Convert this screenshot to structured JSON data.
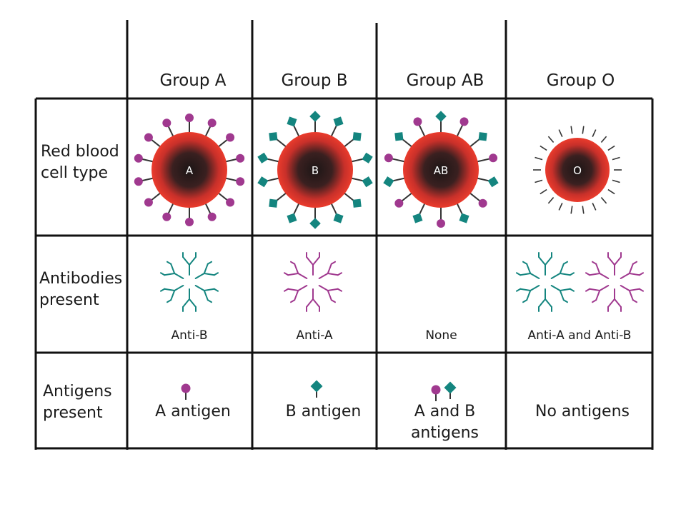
{
  "columns": [
    "Group A",
    "Group B",
    "Group AB",
    "Group O"
  ],
  "rows": {
    "cell_type": "Red blood\ncell type",
    "antibodies": "Antibodies\npresent",
    "antigens": "Antigens\npresent"
  },
  "cells": [
    "A",
    "B",
    "AB",
    "O"
  ],
  "antibodies": [
    "Anti-B",
    "Anti-A",
    "None",
    "Anti-A and Anti-B"
  ],
  "antigens": [
    "A antigen",
    "B antigen",
    "A and B\nantigens",
    "No antigens"
  ],
  "colors": {
    "a_antigen": "#a0398f",
    "b_antigen": "#14857f",
    "cell": "#e8392b",
    "cell_core": "#2a1a1a"
  },
  "icons": [
    "a-antigen-icon",
    "b-antigen-icon",
    "anti-a-antibody-icon",
    "anti-b-antibody-icon"
  ]
}
